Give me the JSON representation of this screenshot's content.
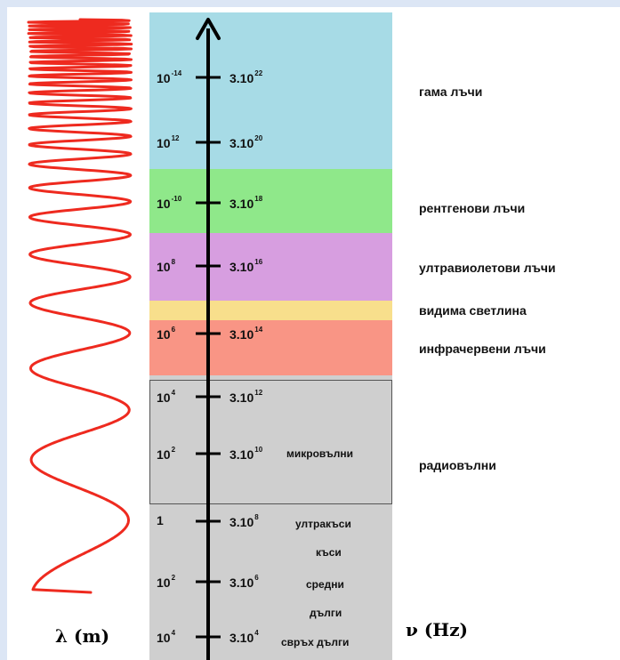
{
  "axis": {
    "left_title": "λ (m)",
    "right_title": "ν (Hz)"
  },
  "ticks": [
    {
      "wl_base": "10",
      "wl_exp": "-14",
      "fr_base": "3.10",
      "fr_exp": "22"
    },
    {
      "wl_base": "10",
      "wl_exp": "12",
      "fr_base": "3.10",
      "fr_exp": "20"
    },
    {
      "wl_base": "10",
      "wl_exp": "-10",
      "fr_base": "3.10",
      "fr_exp": "18"
    },
    {
      "wl_base": "10",
      "wl_exp": "8",
      "fr_base": "3.10",
      "fr_exp": "16"
    },
    {
      "wl_base": "10",
      "wl_exp": "6",
      "fr_base": "3.10",
      "fr_exp": "14"
    },
    {
      "wl_base": "10",
      "wl_exp": "4",
      "fr_base": "3.10",
      "fr_exp": "12"
    },
    {
      "wl_base": "10",
      "wl_exp": "2",
      "fr_base": "3.10",
      "fr_exp": "10"
    },
    {
      "wl_base": "1",
      "wl_exp": "",
      "fr_base": "3.10",
      "fr_exp": "8"
    },
    {
      "wl_base": "10",
      "wl_exp": "2",
      "fr_base": "3.10",
      "fr_exp": "6"
    },
    {
      "wl_base": "10",
      "wl_exp": "4",
      "fr_base": "3.10",
      "fr_exp": "4"
    }
  ],
  "regions": {
    "gamma": "гама лъчи",
    "xray": "рентгенови лъчи",
    "uv": "ултравиолетови лъчи",
    "visible": "видима светлина",
    "ir": "инфрачервени лъчи",
    "radio": "радиовълни"
  },
  "radio_sub": {
    "microwave": "микровълни",
    "ultrashort": "ултракъси",
    "short": "къси",
    "medium": "средни",
    "long": "дълги",
    "ultralong": "свръх дълги"
  },
  "colors": {
    "gamma": "#a7dbe6",
    "xray": "#8fe88a",
    "uv": "#d79ee0",
    "visible": "#f8df8c",
    "ir": "#f99585",
    "radio": "#cfcfcf",
    "wave": "#ee2a1f"
  }
}
